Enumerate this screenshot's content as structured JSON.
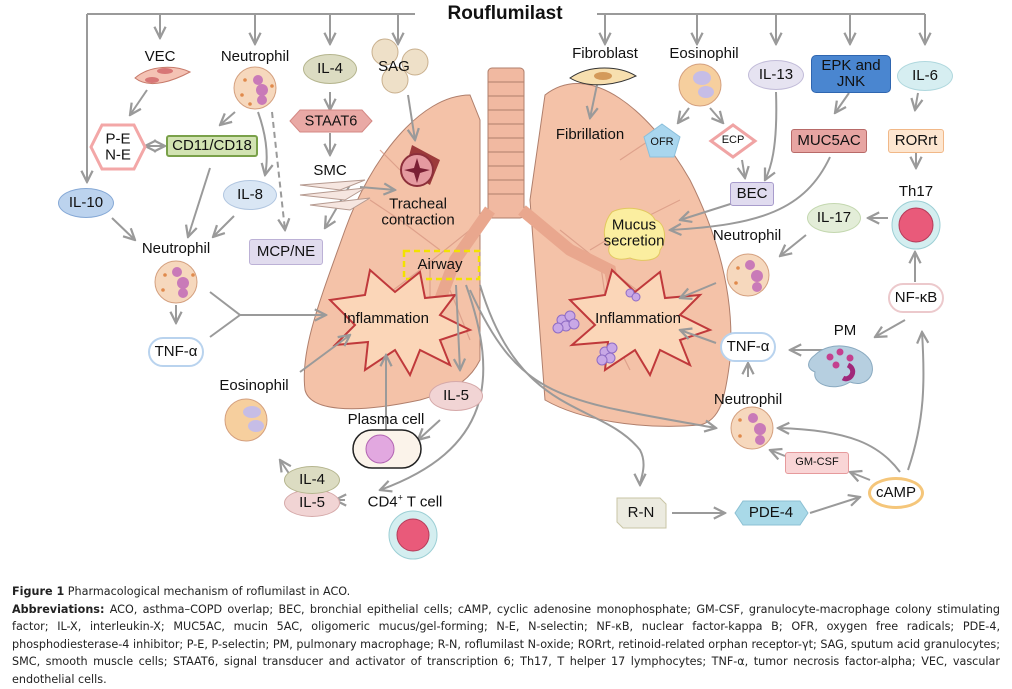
{
  "title": "Rouflumilast",
  "lungs": {
    "tracheal_contraction": "Tracheal\ncontraction",
    "fibrillation": "Fibrillation",
    "mucus_secretion": "Mucus\nsecretion",
    "airway": "Airway",
    "inflammation_left": "Inflammation",
    "inflammation_right": "Inflammation"
  },
  "left": {
    "vec": "VEC",
    "neutrophil_top": "Neutrophil",
    "il4": "IL-4",
    "sag": "SAG",
    "pe_ne": "P-E\nN-E",
    "cd11": "CD11/CD18",
    "staat6": "STAAT6",
    "smc": "SMC",
    "il10": "IL-10",
    "il8": "IL-8",
    "neutrophil_mid": "Neutrophil",
    "mcp_ne": "MCP/NE",
    "tnf": "TNF-α",
    "eosinophil": "Eosinophil",
    "plasma_cell": "Plasma cell",
    "il5": "IL-5",
    "il4_stack": "IL-4",
    "il5_stack": "IL-5",
    "cd4_prefix": "CD4",
    "cd4_sup": "+",
    "cd4_suffix": " T cell"
  },
  "right": {
    "fibroblast": "Fibroblast",
    "eosinophil": "Eosinophil",
    "il13": "IL-13",
    "epk_jnk": "EPK and\nJNK",
    "il6": "IL-6",
    "ofr": "OFR",
    "ecp": "ECP",
    "muc5ac": "MUC5AC",
    "rorrt": "RORrt",
    "bec": "BEC",
    "th17": "Th17",
    "il17": "IL-17",
    "neutrophil_upper": "Neutrophil",
    "nfkb": "NF-κB",
    "pm": "PM",
    "tnf": "TNF-α",
    "neutrophil_lower": "Neutrophil",
    "gmcsf": "GM-CSF",
    "camp": "cAMP",
    "rn": "R-N",
    "pde4": "PDE-4"
  },
  "colors": {
    "arrow": "#9a9a9a",
    "lung": "#f4c2a8",
    "lung_stroke": "#b07f6c",
    "inflammation_stroke": "#c0393b",
    "airway_box": "#f2e200",
    "il10": "#bcd3ee",
    "il8": "#d9e6f4",
    "il4": "#dcdcc2",
    "staat6": "#e9a9a5",
    "cd11": "#d2e3b2",
    "mcp": "#e1dcee",
    "il5": "#f1d4d4",
    "il13": "#e6e3f1",
    "epk": "#4a86d0",
    "il6": "#d6eef1",
    "muc5ac": "#e7a5a2",
    "rorrt": "#fde6d0",
    "bec": "#e0dbef",
    "il17": "#e3edd8",
    "th17_core": "#e95a7a",
    "th17_ring": "#d4eef0",
    "ofr": "#a9d6ee",
    "gmcsf": "#f9d5d6",
    "camp_ring": "#f5c67a",
    "rn": "#ecebe0",
    "pde4": "#a9d9e8"
  },
  "caption": {
    "figure_label": "Figure 1",
    "figure_text": " Pharmacological mechanism of roflumilast in ACO.",
    "abbr_label": "Abbreviations:",
    "abbr_text": " ACO, asthma–COPD overlap; BEC, bronchial epithelial cells; cAMP, cyclic adenosine monophosphate; GM-CSF, granulocyte-macrophage colony stimulating factor; IL-X, interleukin-X; MUC5AC, mucin 5AC, oligomeric mucus/gel-forming; N-E, N-selectin; NF-κB, nuclear factor-kappa B; OFR, oxygen free radicals; PDE-4, phosphodiesterase-4 inhibitor; P-E, P-selectin; PM, pulmonary macrophage; R-N, roflumilast N-oxide; RORrt, retinoid-related orphan receptor-γt; SAG, sputum acid granulocytes; SMC, smooth muscle cells; STAAT6, signal transducer and activator of transcription 6; Th17, T helper 17 lymphocytes; TNF-α, tumor necrosis factor-alpha; VEC, vascular endothelial cells."
  }
}
